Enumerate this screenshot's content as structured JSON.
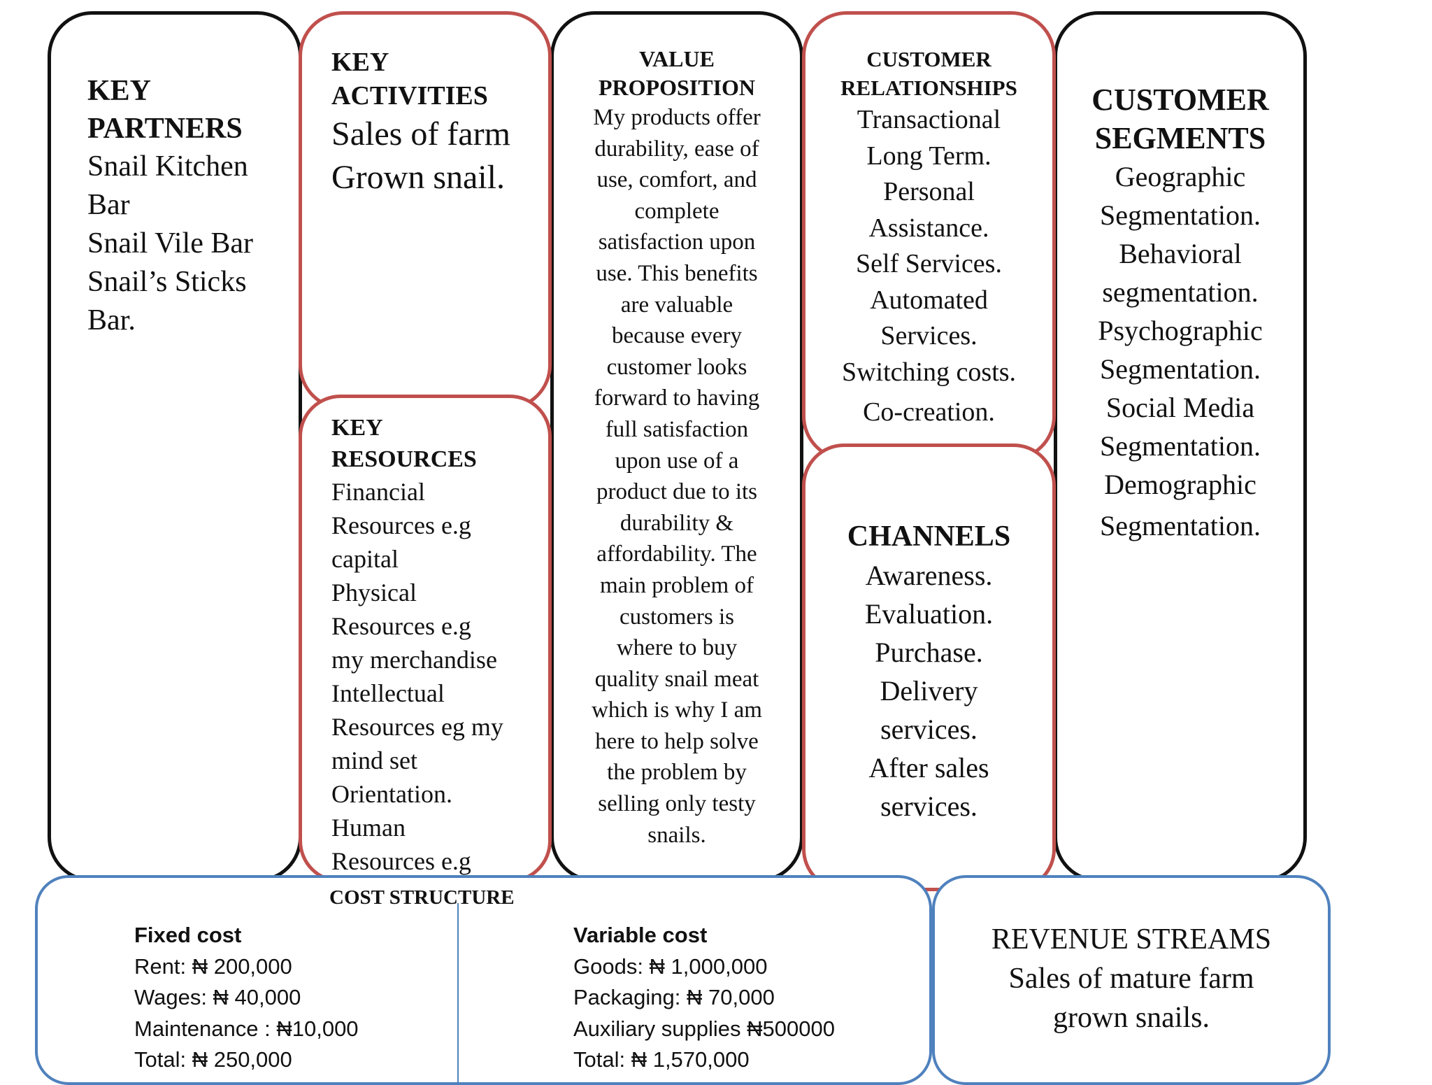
{
  "key_partners": {
    "heading": [
      "KEY",
      "PARTNERS"
    ],
    "lines": [
      "Snail Kitchen",
      "Bar",
      "Snail Vile Bar",
      "Snail’s Sticks",
      "Bar."
    ]
  },
  "key_activities": {
    "heading": [
      "KEY",
      "ACTIVITIES"
    ],
    "lines": [
      "Sales of farm",
      "Grown snail."
    ]
  },
  "key_resources": {
    "heading": [
      "KEY",
      "RESOURCES"
    ],
    "lines": [
      "Financial",
      "Resources e.g",
      "capital",
      "Physical",
      "Resources e.g",
      "my merchandise",
      "Intellectual",
      "Resources eg my",
      "mind set",
      "Orientation.",
      "Human",
      "Resources e.g"
    ]
  },
  "value_proposition": {
    "heading": [
      "VALUE",
      "PROPOSITION"
    ],
    "lines": [
      "My products offer",
      "durability, ease of",
      "use, comfort, and",
      "complete",
      "satisfaction upon",
      "use. This benefits",
      "are valuable",
      "because every",
      "customer looks",
      "forward to having",
      "full satisfaction",
      "upon use of a",
      "product due to its",
      "durability &",
      "affordability. The",
      "main problem of",
      "customers is",
      "where to buy",
      "quality snail meat",
      "which is why I am",
      "here to help solve",
      "the problem by",
      "selling only testy",
      "snails."
    ]
  },
  "customer_relationships": {
    "heading": [
      "CUSTOMER",
      "RELATIONSHIPS"
    ],
    "lines": [
      "Transactional",
      "Long Term.",
      "Personal",
      "Assistance.",
      "Self Services.",
      "Automated",
      "Services.",
      "Switching costs.",
      "Co-creation."
    ]
  },
  "channels": {
    "heading": [
      "CHANNELS"
    ],
    "lines": [
      "Awareness.",
      "Evaluation.",
      "Purchase.",
      "Delivery",
      "services.",
      "After sales",
      "services."
    ]
  },
  "customer_segments": {
    "heading": [
      "CUSTOMER",
      "SEGMENTS"
    ],
    "lines": [
      "Geographic",
      "Segmentation.",
      "Behavioral",
      "segmentation.",
      "Psychographic",
      "Segmentation.",
      "Social Media",
      "Segmentation.",
      "Demographic",
      "Segmentation."
    ]
  },
  "cost_structure": {
    "title": "COST STRUCTURE",
    "fixed": {
      "heading": "Fixed cost",
      "lines": [
        "Rent: ₦ 200,000",
        "Wages: ₦ 40,000",
        "Maintenance : ₦10,000",
        "Total: ₦ 250,000"
      ]
    },
    "variable": {
      "heading": "Variable cost",
      "lines": [
        "Goods: ₦ 1,000,000",
        "Packaging: ₦ 70,000",
        "Auxiliary supplies ₦500000",
        "Total: ₦ 1,570,000"
      ]
    }
  },
  "revenue_streams": {
    "lines": [
      "REVENUE STREAMS",
      "Sales of mature farm",
      "grown snails."
    ]
  },
  "colors": {
    "black_border": "#111111",
    "red_border": "#c0504d",
    "blue_border": "#4f81bd"
  }
}
